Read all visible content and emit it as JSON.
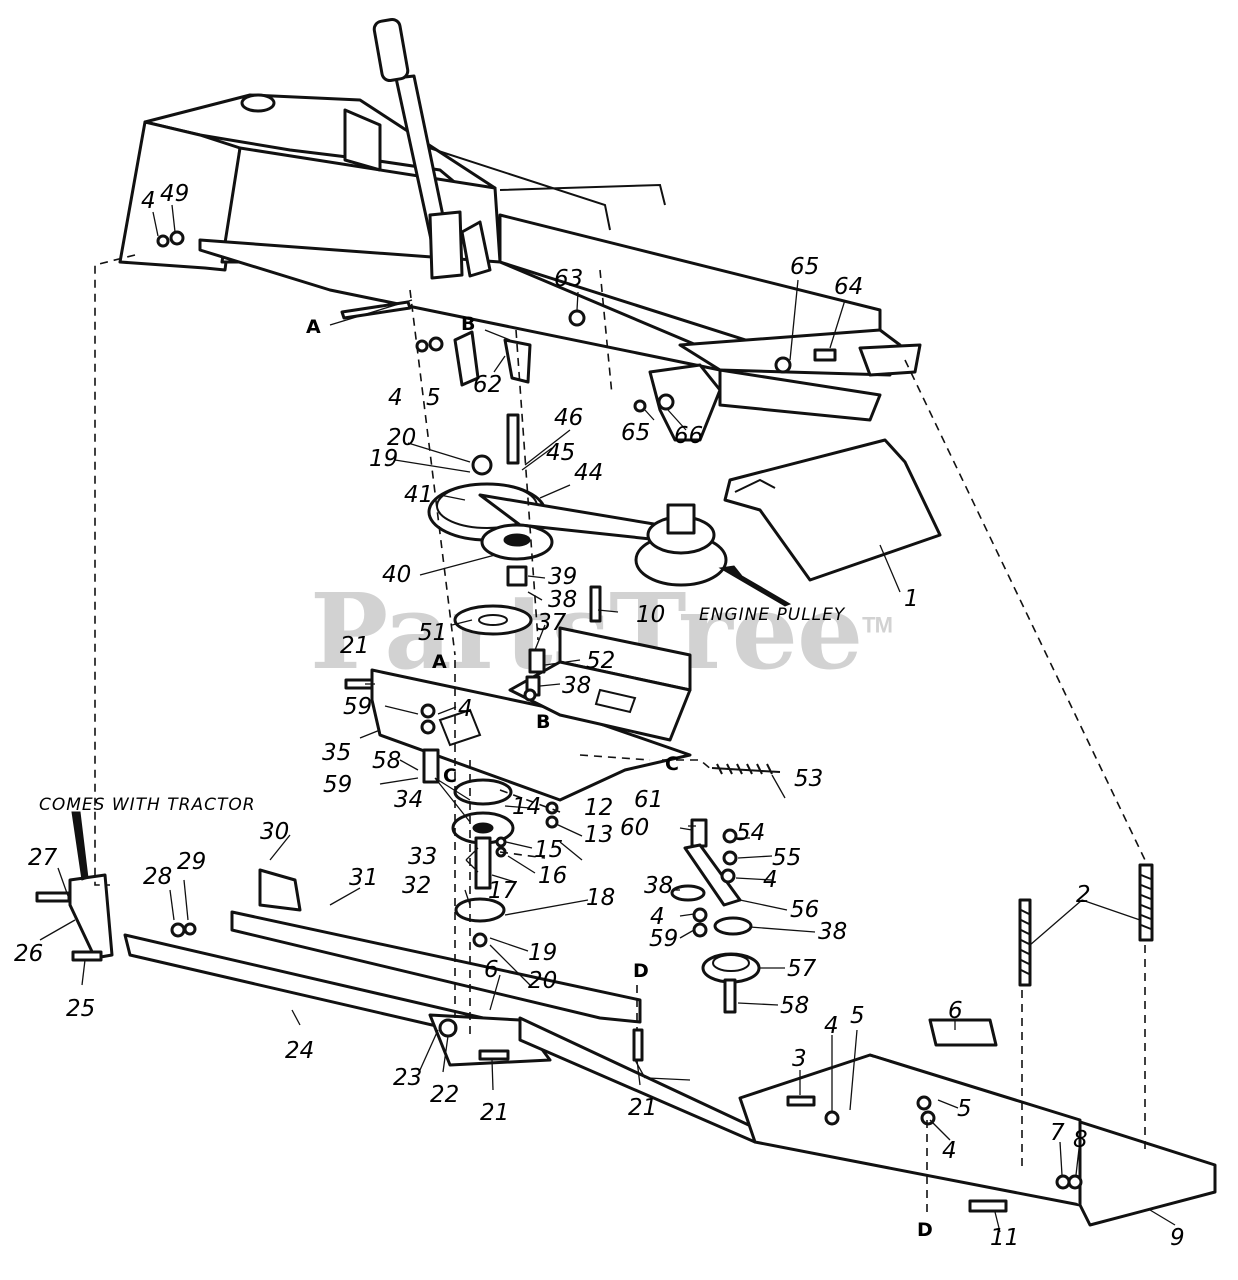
{
  "watermark": {
    "text": "PartsTree",
    "mark": "TM"
  },
  "callouts": {
    "engine_pulley": "ENGINE PULLEY",
    "comes_with_tractor": "COMES WITH TRACTOR"
  },
  "reference_letters": {
    "a": "A",
    "b": "B",
    "c": "C",
    "d": "D"
  },
  "part_numbers": {
    "p1": "1",
    "p2": "2",
    "p3": "3",
    "p4": "4",
    "p5": "5",
    "p6": "6",
    "p7": "7",
    "p8": "8",
    "p9": "9",
    "p10": "10",
    "p11": "11",
    "p12": "12",
    "p13": "13",
    "p14": "14",
    "p15": "15",
    "p16": "16",
    "p17": "17",
    "p18": "18",
    "p19": "19",
    "p20": "20",
    "p21": "21",
    "p22": "22",
    "p23": "23",
    "p24": "24",
    "p25": "25",
    "p26": "26",
    "p27": "27",
    "p28": "28",
    "p29": "29",
    "p30": "30",
    "p31": "31",
    "p32": "32",
    "p33": "33",
    "p34": "34",
    "p35": "35",
    "p37": "37",
    "p38": "38",
    "p39": "39",
    "p40": "40",
    "p41": "41",
    "p44": "44",
    "p45": "45",
    "p46": "46",
    "p49": "49",
    "p51": "51",
    "p52": "52",
    "p53": "53",
    "p54": "54",
    "p55": "55",
    "p56": "56",
    "p57": "57",
    "p58": "58",
    "p59": "59",
    "p60": "60",
    "p61": "61",
    "p62": "62",
    "p63": "63",
    "p64": "64",
    "p65": "65",
    "p66": "66"
  }
}
